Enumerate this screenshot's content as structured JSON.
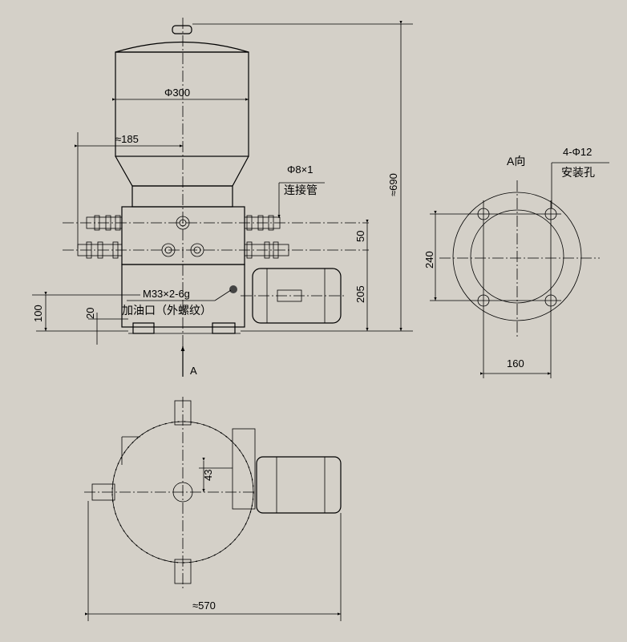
{
  "front_view": {
    "dim_diameter": "Φ300",
    "dim_offset": "≈185",
    "dim_height": "≈690",
    "pipe_spec": "Φ8×1",
    "pipe_label": "连接管",
    "dim_row_spacing": "50",
    "dim_lower_height": "205",
    "dim_base": "100",
    "dim_foot": "20",
    "thread_spec": "M33×2-6g",
    "fill_port_label": "加油口（外螺纹）",
    "view_arrow_label": "A"
  },
  "side_view": {
    "title": "A向",
    "hole_spec": "4-Φ12",
    "hole_label": "安装孔",
    "dim_vertical": "240",
    "dim_horizontal": "160"
  },
  "top_view": {
    "dim_offset": "43",
    "dim_width": "≈570"
  }
}
